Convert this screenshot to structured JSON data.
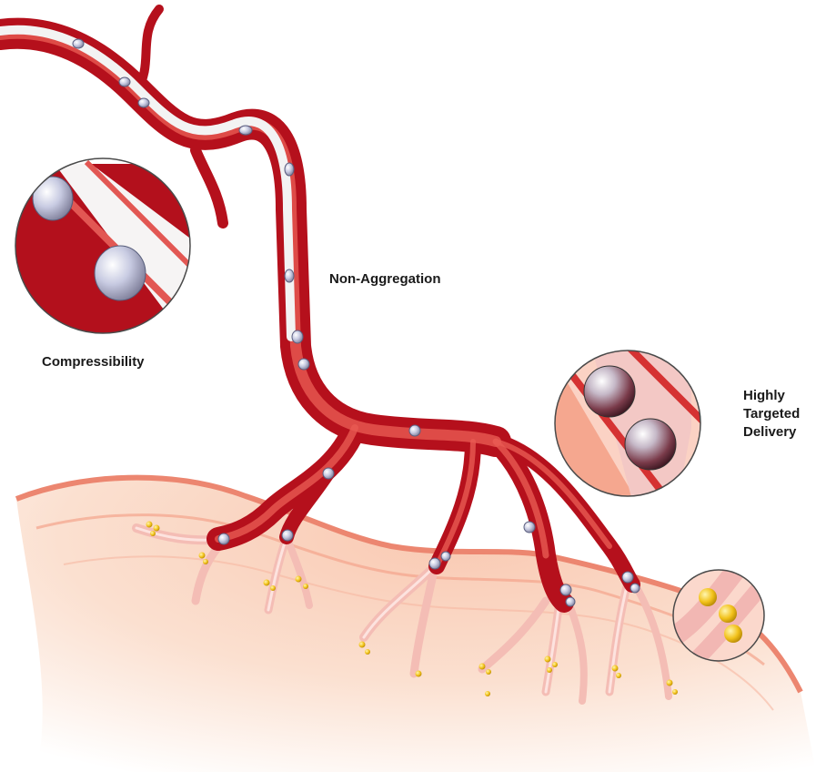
{
  "labels": {
    "compressibility": "Compressibility",
    "non_aggregation": "Non-Aggregation",
    "targeted_line1": "Highly",
    "targeted_line2": "Targeted",
    "targeted_line3": "Delivery"
  },
  "colors": {
    "vessel_dark": "#b5101c",
    "vessel_mid": "#d42a2e",
    "vessel_light": "#e85a52",
    "tissue": "#f6b39c",
    "tissue_edge": "#ec8670",
    "capillary": "#f5c2bd",
    "microbubble": "#cfd2e6",
    "drug_particle": "#f2c21b"
  }
}
